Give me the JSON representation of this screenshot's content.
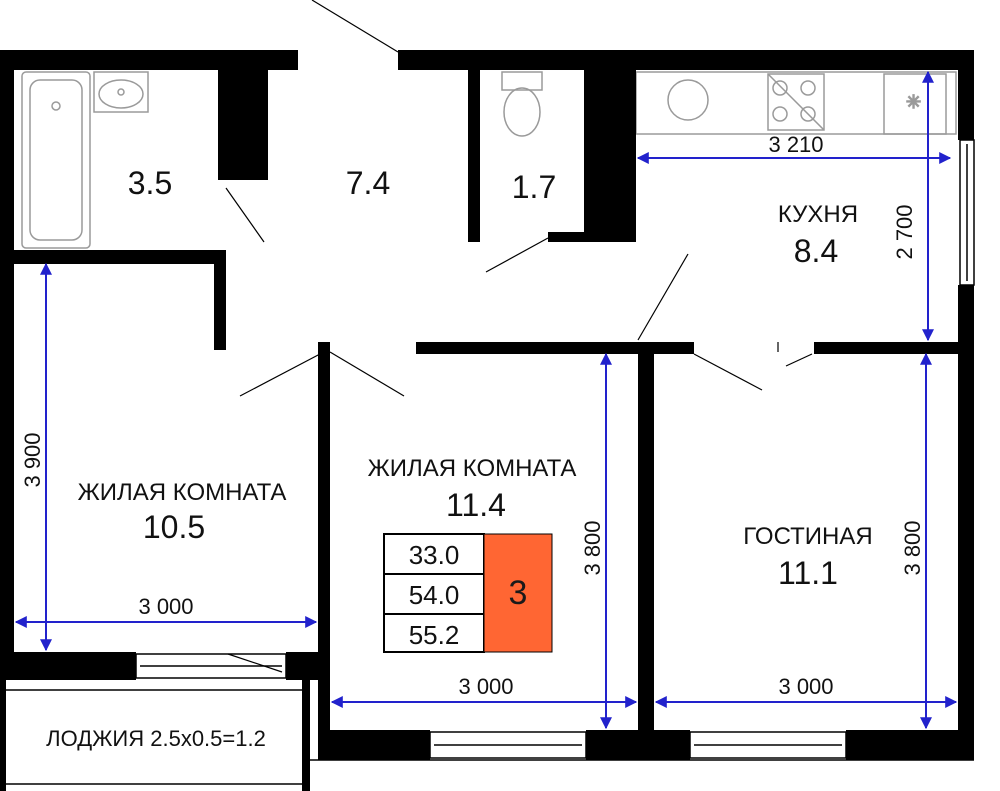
{
  "rooms": {
    "bathroom": {
      "area": "3.5"
    },
    "hall": {
      "area": "7.4"
    },
    "wc": {
      "area": "1.7"
    },
    "kitchen": {
      "name": "КУХНЯ",
      "area": "8.4"
    },
    "bedroom_left": {
      "name": "ЖИЛАЯ КОМНАТА",
      "area": "10.5"
    },
    "bedroom_middle": {
      "name": "ЖИЛАЯ КОМНАТА",
      "area": "11.4"
    },
    "living": {
      "name": "ГОСТИНАЯ",
      "area": "11.1"
    },
    "loggia": {
      "label": "ЛОДЖИЯ 2.5х0.5=1.2"
    }
  },
  "dimensions": {
    "kitchen_width": "3 210",
    "kitchen_depth": "2 700",
    "bedroom_left_depth": "3 900",
    "bedroom_left_width": "3 000",
    "bedroom_middle_depth": "3 800",
    "bedroom_middle_width": "3 000",
    "living_depth": "3 800",
    "living_width": "3 000"
  },
  "summary": {
    "areas": [
      "33.0",
      "54.0",
      "55.2"
    ],
    "rooms_count": "3"
  },
  "colors": {
    "wall": "#000000",
    "dimension": "#2222cc",
    "badge": "#ff6633"
  }
}
